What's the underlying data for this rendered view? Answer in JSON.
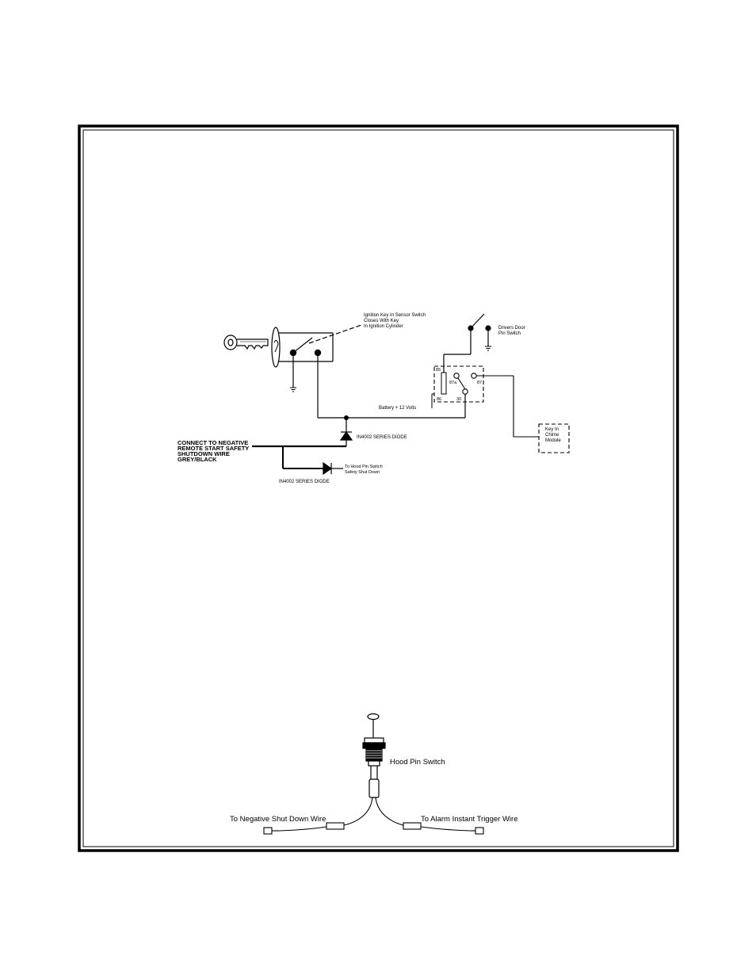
{
  "wiring": {
    "ignition_label_1": "Ignition Key In Sensor Switch",
    "ignition_label_2": "Closes With Key",
    "ignition_label_3": "In Ignition Cylinder",
    "door_switch_label_1": "Drivers Door",
    "door_switch_label_2": "Pin Switch",
    "relay_pins": {
      "p85": "85",
      "p87a": "87a",
      "p87": "87",
      "p86": "86",
      "p30": "30"
    },
    "battery_label": "Battery + 12 Volts",
    "chime_label_1": "Key In",
    "chime_label_2": "Chime",
    "chime_label_3": "Module",
    "diode_top_label": "IN4002 SERIES DIODE",
    "diode_bottom_label": "IN4002 SERIES DIODE",
    "connect_label_1": "CONNECT TO NEGATIVE",
    "connect_label_2": "REMOTE START SAFETY",
    "connect_label_3": "SHUTDOWN WIRE",
    "connect_label_4": "GREY/BLACK",
    "hood_pin_ref_1": "To Hood Pin Switch",
    "hood_pin_ref_2": "Safety Shut Down"
  },
  "hood_pin": {
    "title": "Hood Pin Switch",
    "left_wire": "To Negative Shut Down Wire",
    "right_wire": "To Alarm Instant Trigger Wire"
  }
}
